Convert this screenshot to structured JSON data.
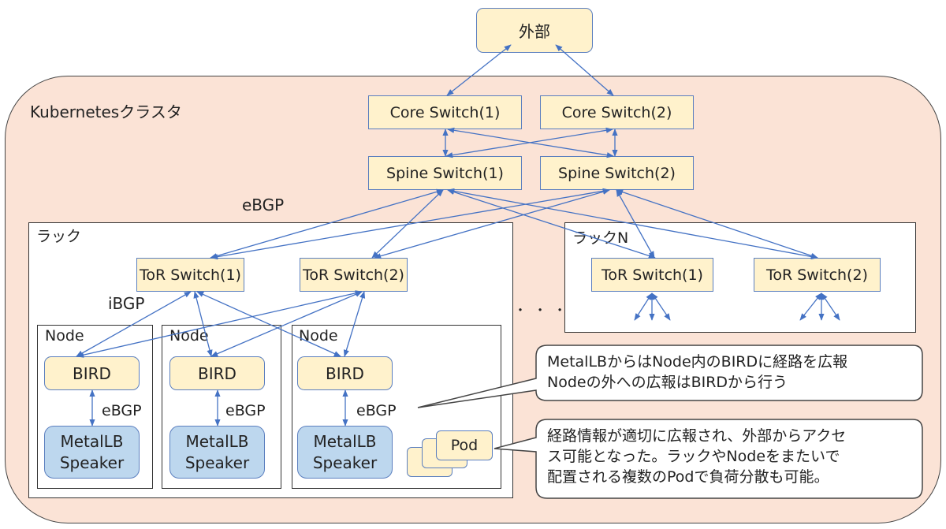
{
  "external": {
    "label": "外部"
  },
  "cluster": {
    "label": "Kubernetesクラスタ"
  },
  "core_switches": [
    {
      "label": "Core Switch(1)"
    },
    {
      "label": "Core Switch(2)"
    }
  ],
  "spine_switches": [
    {
      "label": "Spine Switch(1)"
    },
    {
      "label": "Spine Switch(2)"
    }
  ],
  "protocols": {
    "ebgp_spine_tor": "eBGP",
    "ibgp_tor_node": "iBGP",
    "ebgp_node": "eBGP"
  },
  "rack1": {
    "label": "ラック",
    "tor_switches": [
      {
        "label": "ToR Switch(1)"
      },
      {
        "label": "ToR Switch(2)"
      }
    ],
    "nodes": [
      {
        "label": "Node",
        "bird": "BIRD",
        "speaker": "MetalLB\nSpeaker",
        "protocol": "eBGP"
      },
      {
        "label": "Node",
        "bird": "BIRD",
        "speaker": "MetalLB\nSpeaker",
        "protocol": "eBGP"
      },
      {
        "label": "Node",
        "bird": "BIRD",
        "speaker": "MetalLB\nSpeaker",
        "protocol": "eBGP",
        "pod": "Pod"
      }
    ]
  },
  "ellipsis": "・ ・ ・",
  "rackN": {
    "label": "ラックN",
    "tor_switches": [
      {
        "label": "ToR Switch(1)"
      },
      {
        "label": "ToR Switch(2)"
      }
    ]
  },
  "callouts": [
    {
      "text": "MetalLBからはNode内のBIRDに経路を広報\nNodeの外への広報はBIRDから行う"
    },
    {
      "text": "経路情報が適切に広報され、外部からアクセ\nス可能となった。ラックやNodeをまたいで\n配置される複数のPodで負荷分散も可能。"
    }
  ],
  "colors": {
    "switch_fill": "#fff2cc",
    "speaker_fill": "#bdd7ee",
    "cluster_fill": "#fbe3d6",
    "link": "#4472c4"
  }
}
